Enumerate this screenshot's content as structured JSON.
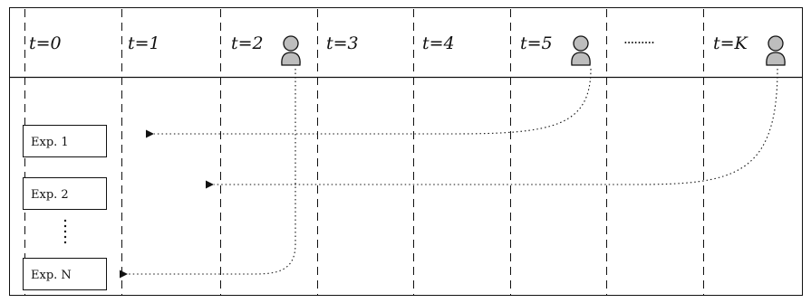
{
  "timeline": {
    "slots": [
      {
        "label": "t=0",
        "has_user": false
      },
      {
        "label": "t=1",
        "has_user": false
      },
      {
        "label": "t=2",
        "has_user": true
      },
      {
        "label": "t=3",
        "has_user": false
      },
      {
        "label": "t=4",
        "has_user": false
      },
      {
        "label": "t=5",
        "has_user": true
      },
      {
        "label": "·········",
        "has_user": false
      },
      {
        "label": "t=K",
        "has_user": true
      }
    ]
  },
  "experiments": [
    {
      "label": "Exp. 1"
    },
    {
      "label": "Exp. 2"
    },
    {
      "label": "Exp. N"
    }
  ],
  "icons": {
    "user": "user-silhouette-icon",
    "arrow": "dotted-arrow"
  },
  "colors": {
    "line": "#111111",
    "user_fill": "#bdbdbd"
  }
}
